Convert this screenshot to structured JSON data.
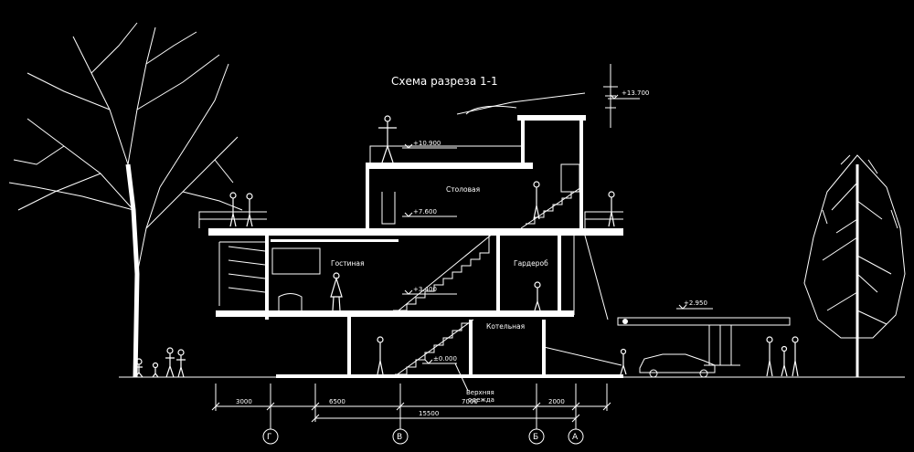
{
  "title": "Схема разреза 1-1",
  "rooms": {
    "living": "Гостиная",
    "dining": "Столовая",
    "wardrobe": "Гардероб",
    "boiler": "Котельная"
  },
  "levels": {
    "roof": "+13.700",
    "terrace": "+10.900",
    "third": "+7.600",
    "second": "+3.400",
    "ground": "±0.000",
    "carport": "+2.950"
  },
  "dimensions": {
    "d1": "3000",
    "d2": "6500",
    "d3": "7000",
    "d4": "2000",
    "total": "15500"
  },
  "axes": {
    "g": "Г",
    "v": "В",
    "b": "Б",
    "a": "А"
  },
  "note_line1": "Верхняя",
  "note_line2": "одежда"
}
